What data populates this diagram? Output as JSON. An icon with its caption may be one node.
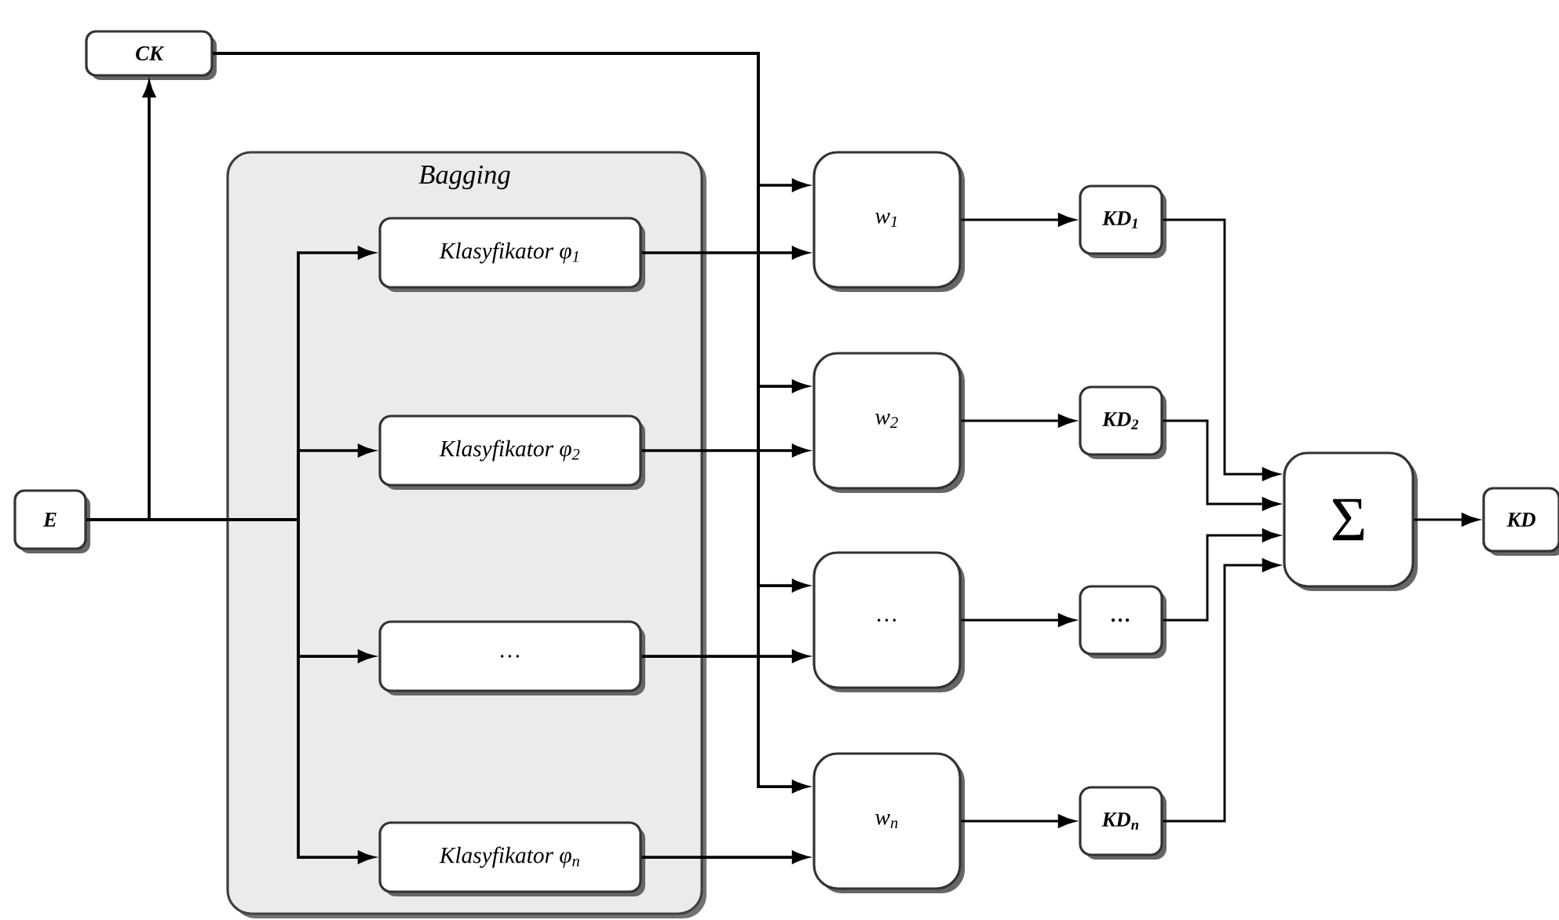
{
  "diagram": {
    "nodes": [
      {
        "text": [
          "CK"
        ]
      },
      {
        "text": [
          "E"
        ]
      },
      {
        "text": [
          "Bagging"
        ]
      },
      {
        "text": [
          "Klasyfikator φ$_{1}$"
        ],
        "in": 2
      },
      {
        "text": [
          "Klasyfikator φ$_{2}$"
        ],
        "in": 2
      },
      {
        "text": [
          "…"
        ],
        "in": 2
      },
      {
        "text": [
          "Klasyfikator φ$_{n}$"
        ],
        "in": 2
      },
      {
        "text": [
          "w$_{1}$"
        ]
      },
      {
        "text": [
          "w$_{2}$"
        ]
      },
      {
        "text": [
          "…"
        ]
      },
      {
        "text": [
          "w$_{n}$"
        ]
      },
      {
        "text": [
          "KD$_{1}$"
        ]
      },
      {
        "text": [
          "KD$_{2}$"
        ]
      },
      {
        "text": [
          "…"
        ]
      },
      {
        "text": [
          "KD$_{n}$"
        ]
      },
      {
        "text": [
          "Σ"
        ]
      },
      {
        "text": [
          "KD"
        ]
      }
    ],
    "edges": [
      {
        "from": 1,
        "to": 0,
        "arrow": "to"
      },
      {
        "from": 1,
        "to": 3,
        "arrow": "to"
      },
      {
        "from": 1,
        "to": 4,
        "arrow": "to"
      },
      {
        "from": 1,
        "to": 5,
        "arrow": "to"
      },
      {
        "from": 1,
        "to": 6,
        "arrow": "to"
      },
      {
        "from": 0,
        "to": 7,
        "arrow": "to"
      },
      {
        "from": 0,
        "to": 8,
        "arrow": "to"
      },
      {
        "from": 0,
        "to": 9,
        "arrow": "to"
      },
      {
        "from": 0,
        "to": 10,
        "arrow": "to"
      },
      {
        "from": 3,
        "to": 7,
        "arrow": "to"
      },
      {
        "from": 4,
        "to": 8,
        "arrow": "to"
      },
      {
        "from": 5,
        "to": 9,
        "arrow": "to"
      },
      {
        "from": 6,
        "to": 10,
        "arrow": "to"
      },
      {
        "from": 7,
        "to": 11,
        "arrow": "to"
      },
      {
        "from": 8,
        "to": 12,
        "arrow": "to"
      },
      {
        "from": 9,
        "to": 13,
        "arrow": "to"
      },
      {
        "from": 10,
        "to": 14,
        "arrow": "to"
      },
      {
        "from": 11,
        "to": 15,
        "arrow": "to"
      },
      {
        "from": 12,
        "to": 15,
        "arrow": "to"
      },
      {
        "from": 13,
        "to": 15,
        "arrow": "to"
      },
      {
        "from": 14,
        "to": 15,
        "arrow": "to"
      },
      {
        "from": 15,
        "to": 16,
        "arrow": "to"
      }
    ]
  }
}
